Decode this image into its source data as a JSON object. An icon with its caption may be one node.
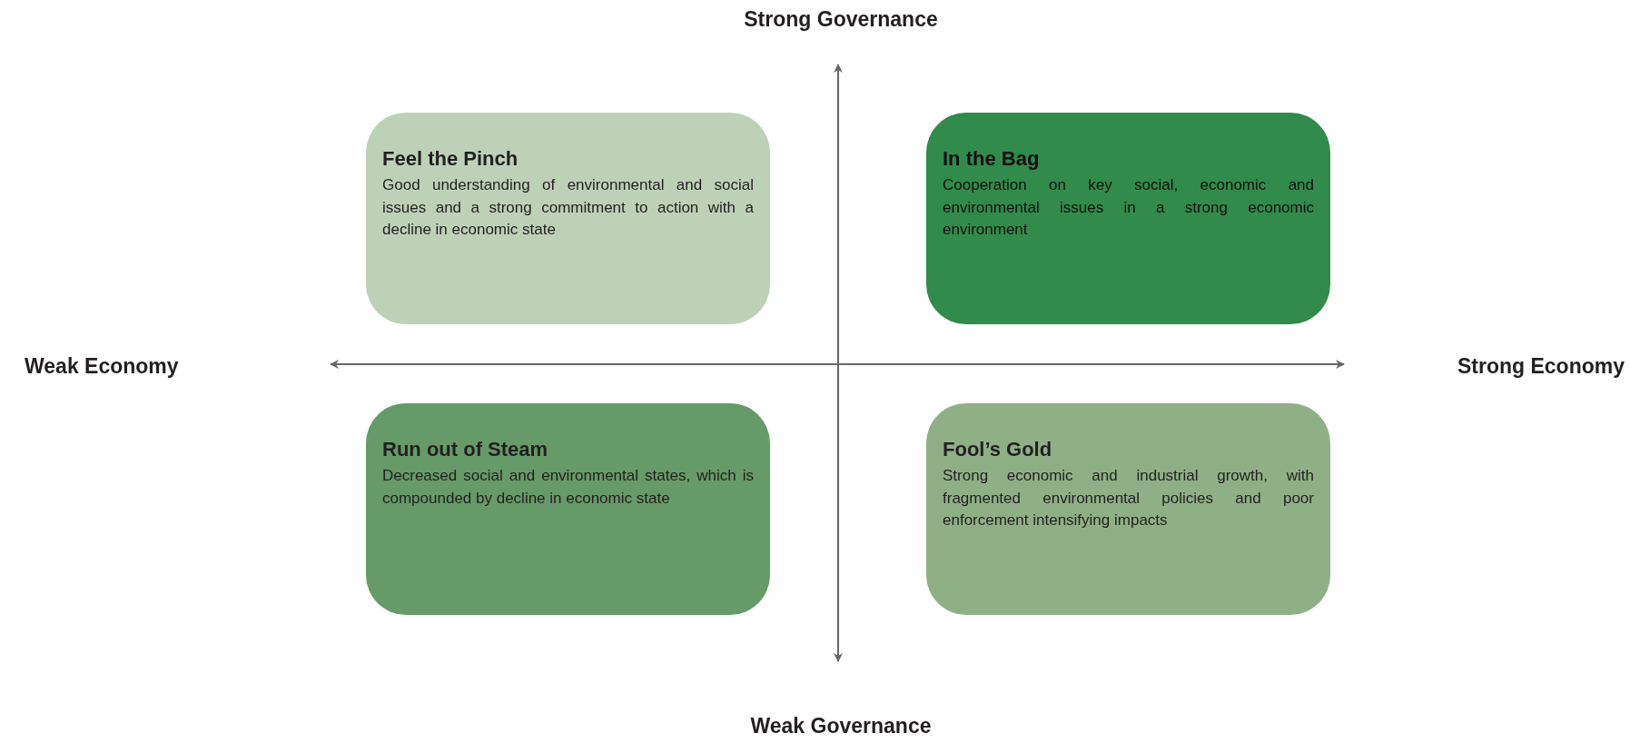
{
  "diagram": {
    "nodes": [
      {
        "text": [
          "Feel the Pinch",
          "Good understanding of environmental and social issues and a strong commitment to action with a decline in economic state"
        ]
      },
      {
        "text": [
          "In the Bag",
          "Cooperation on key social, economic and environmental issues in a strong economic environment"
        ]
      },
      {
        "text": [
          "Run out of Steam",
          "Decreased social and environmental states, which is compounded by decline in economic state"
        ]
      },
      {
        "text": [
          "Fool’s Gold",
          "Strong economic and industrial growth, with fragmented environmental policies and poor enforcement intensifying impacts"
        ]
      }
    ],
    "labels": [
      "Strong Governance",
      "Weak Economy",
      "Strong Economy",
      "Weak Governance"
    ]
  }
}
